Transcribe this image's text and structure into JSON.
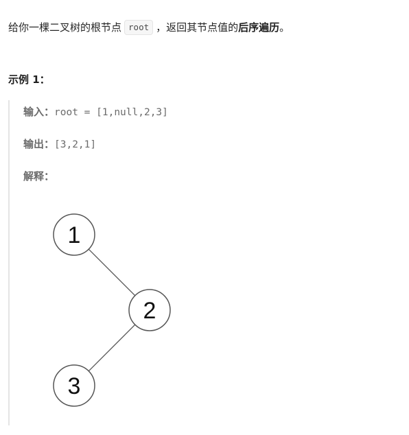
{
  "intro": {
    "before": "给你一棵二叉树的根节点",
    "code": "root",
    "middle": "，返回其节点值的",
    "bold": "后序遍历",
    "after": "。"
  },
  "example": {
    "title": "示例 1：",
    "input_label": "输入：",
    "input_value": "root = [1,null,2,3]",
    "output_label": "输出：",
    "output_value": "[3,2,1]",
    "explain_label": "解释："
  },
  "tree": {
    "nodes": [
      {
        "id": "n1",
        "label": "1",
        "depth": 0,
        "column": 0
      },
      {
        "id": "n2",
        "label": "2",
        "depth": 1,
        "column": 1
      },
      {
        "id": "n3",
        "label": "3",
        "depth": 2,
        "column": 0
      }
    ],
    "edges": [
      {
        "from": "n1",
        "to": "n2"
      },
      {
        "from": "n2",
        "to": "n3"
      }
    ]
  }
}
